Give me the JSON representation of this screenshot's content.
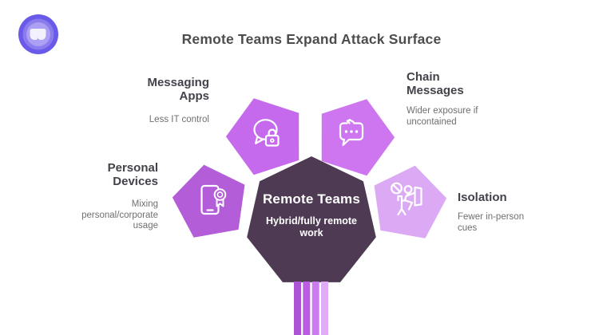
{
  "title": "Remote Teams Expand Attack Surface",
  "logo": {
    "icon": "chat-crown-icon",
    "colors": {
      "outer": "#6a5ae9",
      "mid": "#8b7cee",
      "inner": "#aba0f3",
      "glyph": "#f3f1fd"
    }
  },
  "center": {
    "title": "Remote Teams",
    "subtitle": "Hybrid/fully remote\nwork",
    "color": "#4e3a52",
    "text_color": "#ffffff"
  },
  "petals": [
    {
      "id": "messaging-apps",
      "label": "Messaging\nApps",
      "description": "Less IT control",
      "icon": "chat-lock-icon",
      "color": "#c56aec"
    },
    {
      "id": "chain-messages",
      "label": "Chain\nMessages",
      "description": "Wider exposure if\nuncontained",
      "icon": "chat-forward-icon",
      "color": "#cd76f0"
    },
    {
      "id": "personal-devices",
      "label": "Personal\nDevices",
      "description": "Mixing\npersonal/corporate\nusage",
      "icon": "phone-badge-icon",
      "color": "#b35dd9"
    },
    {
      "id": "isolation",
      "label": "Isolation",
      "description": "Fewer in-person\ncues",
      "icon": "person-desk-icon",
      "color": "#dcaaf5"
    }
  ],
  "stem": {
    "colors": [
      "#ac53d6",
      "#bc5ce4",
      "#cc7af0",
      "#e0acf8"
    ]
  },
  "text_colors": {
    "heading": "#42424b",
    "description": "#6f6f6f",
    "title": "#4d4d4d"
  }
}
